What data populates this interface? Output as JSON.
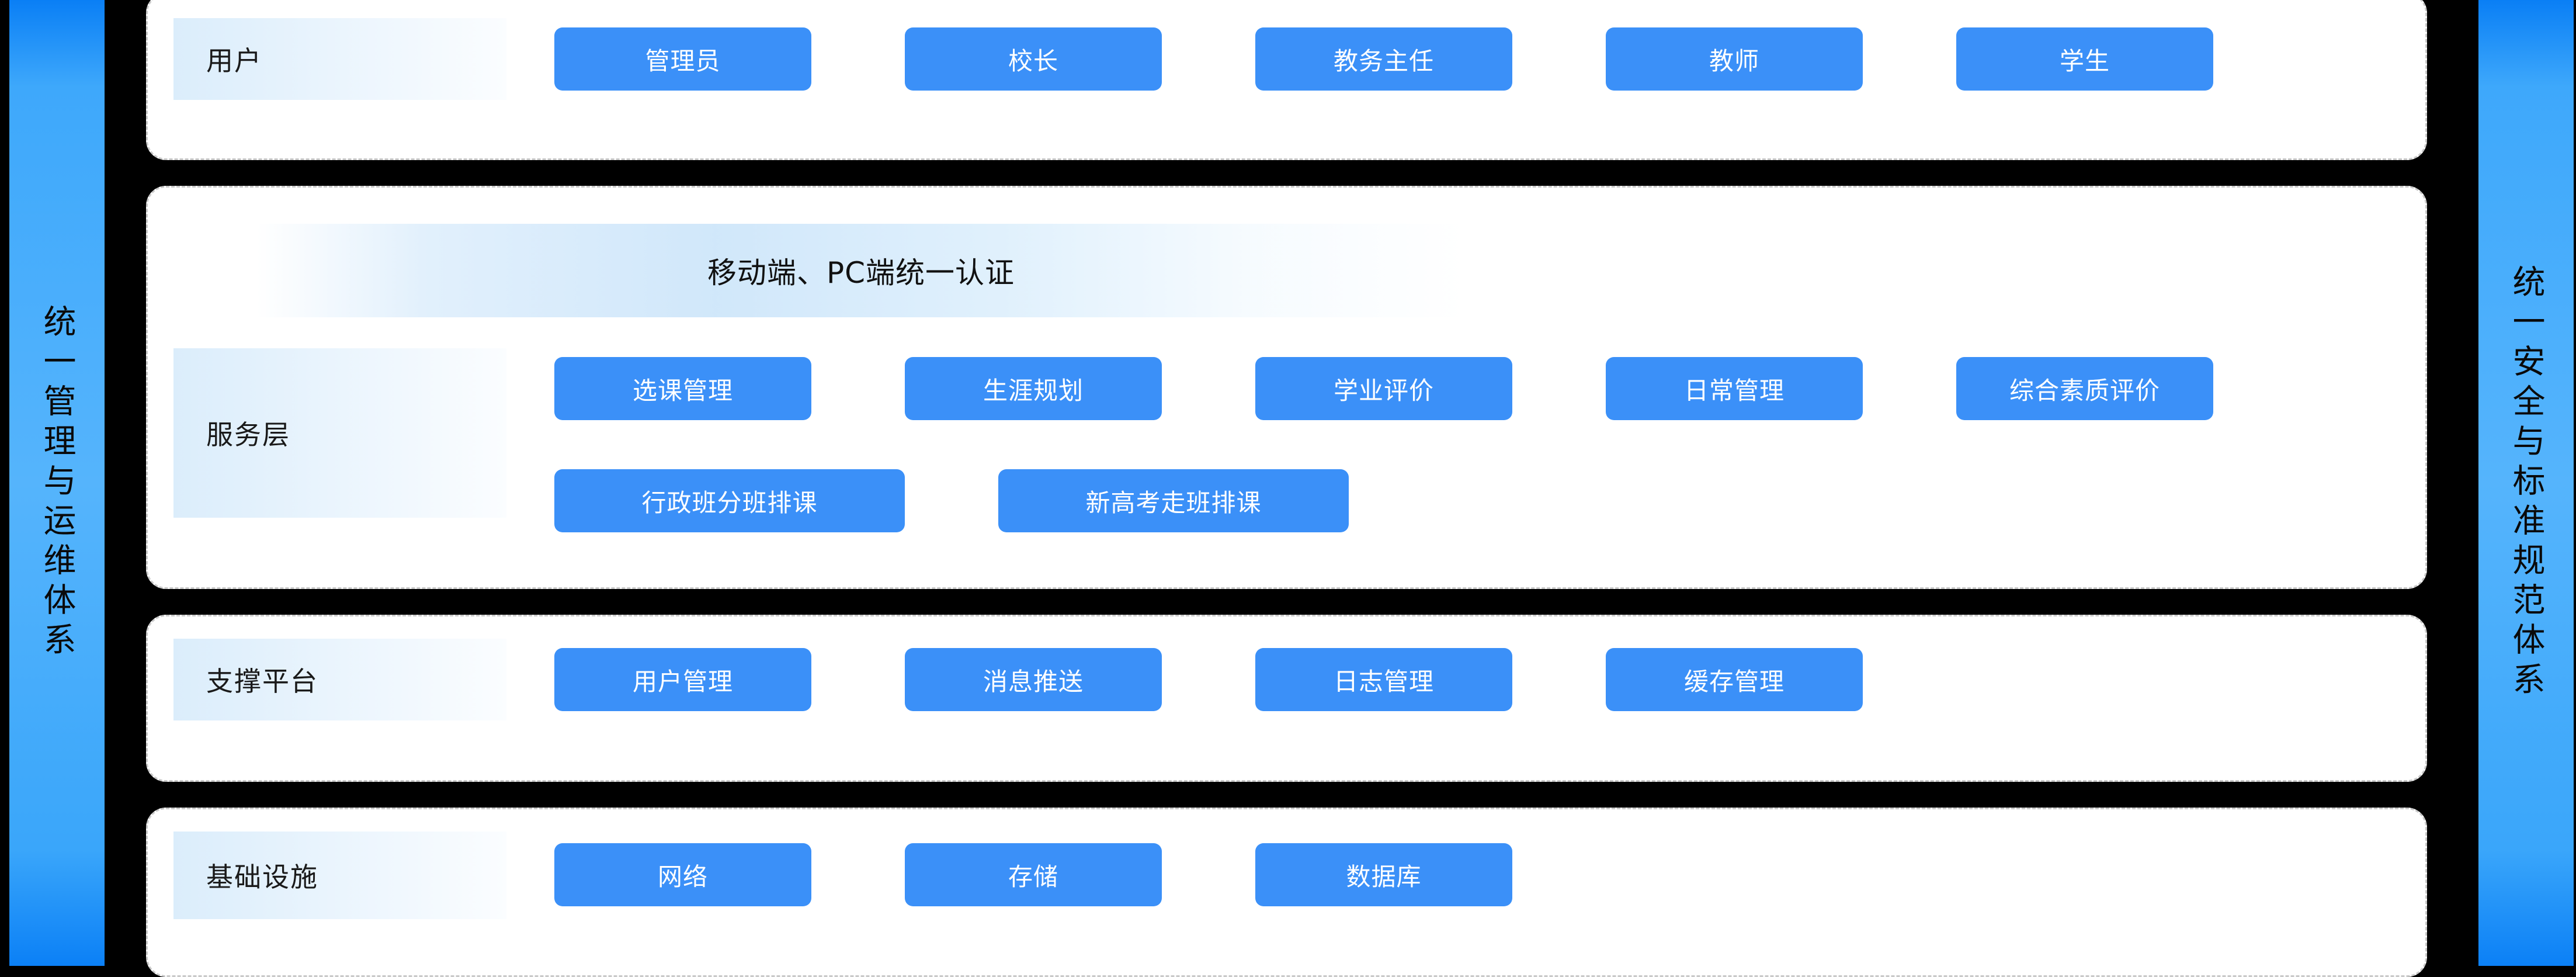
{
  "side_banners": {
    "left": {
      "text": "统一管理与运维体系"
    },
    "right": {
      "text": "统一安全与标准规范体系"
    }
  },
  "auth_banner": {
    "text": "移动端、PC端统一认证"
  },
  "layers": [
    {
      "key": "user",
      "title": "用户",
      "rows": [
        {
          "items": [
            "管理员",
            "校长",
            "教务主任",
            "教师",
            "学生"
          ]
        }
      ]
    },
    {
      "key": "service",
      "title": "服务层",
      "rows": [
        {
          "items": [
            "选课管理",
            "生涯规划",
            "学业评价",
            "日常管理",
            "综合素质评价"
          ]
        },
        {
          "items": [
            "行政班分班排课",
            "新高考走班排课"
          ]
        }
      ]
    },
    {
      "key": "support",
      "title": "支撑平台",
      "rows": [
        {
          "items": [
            "用户管理",
            "消息推送",
            "日志管理",
            "缓存管理"
          ]
        }
      ]
    },
    {
      "key": "infra",
      "title": "基础设施",
      "rows": [
        {
          "items": [
            "网络",
            "存储",
            "数据库"
          ]
        }
      ]
    }
  ],
  "colors": {
    "module_blue": "#3b90f8",
    "banner_blue_dark": "#0a7ff5",
    "banner_blue_light": "#55b4fc",
    "card_background": "#ffffff",
    "card_border": "#c9c9c9",
    "page_background": "#000000",
    "title_chip_start": "#dbedfb",
    "title_chip_end": "#fbfdff"
  }
}
